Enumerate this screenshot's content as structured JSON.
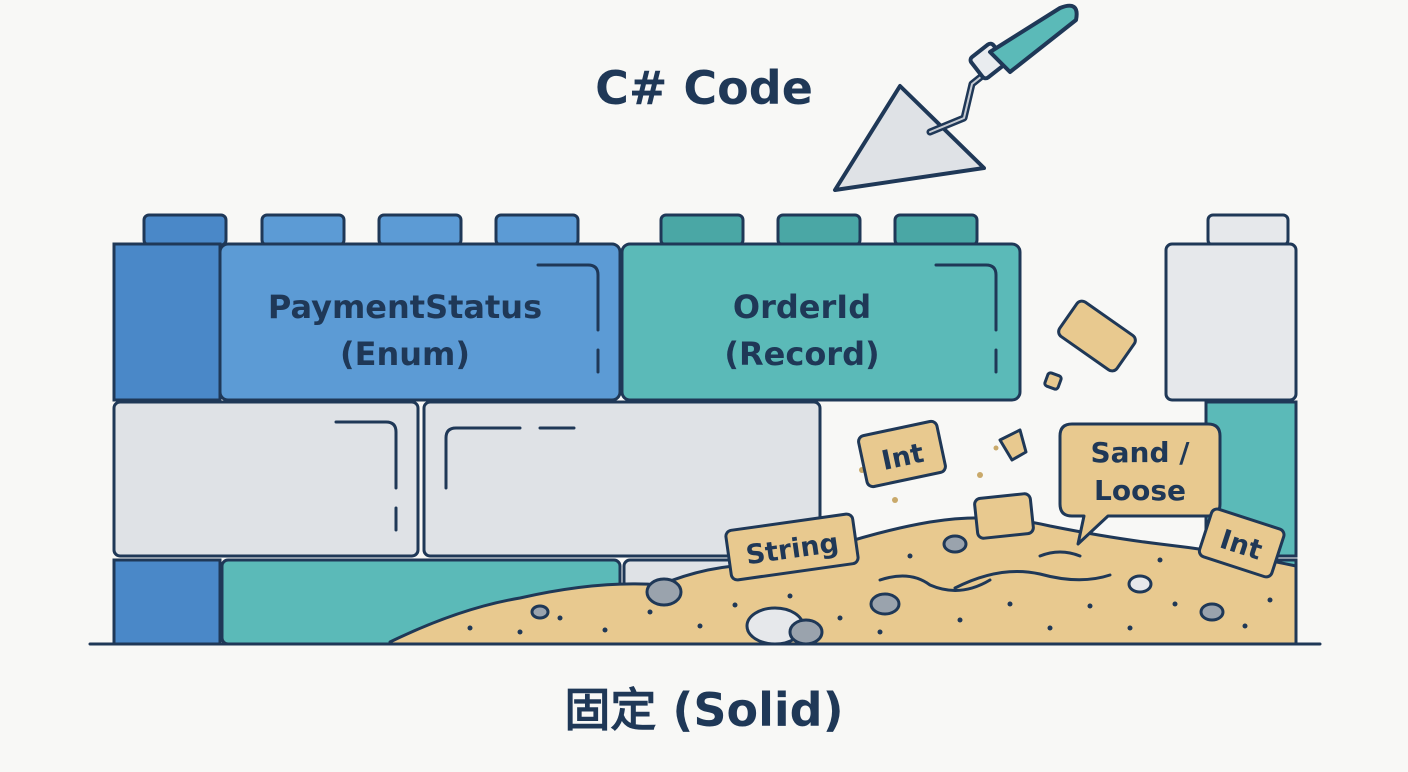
{
  "title": "C# Code",
  "caption": "固定 (Solid)",
  "blocks": {
    "payment_status": {
      "name": "PaymentStatus",
      "kind": "(Enum)"
    },
    "order_id": {
      "name": "OrderId",
      "kind": "(Record)"
    }
  },
  "loose_tags": {
    "int_upper": "Int",
    "string": "String",
    "int_lower": "Int"
  },
  "callout": {
    "line1": "Sand /",
    "line2": "Loose"
  },
  "colors": {
    "outline": "#1f3857",
    "blue": "#5c9bd5",
    "blue_dark": "#4a88c8",
    "teal": "#5bbab8",
    "teal_dark": "#4aa7a5",
    "gray": "#dfe2e6",
    "sand": "#e8c98f",
    "background": "#f8f8f6"
  },
  "icons": [
    "trowel-icon",
    "pebble-icon"
  ]
}
